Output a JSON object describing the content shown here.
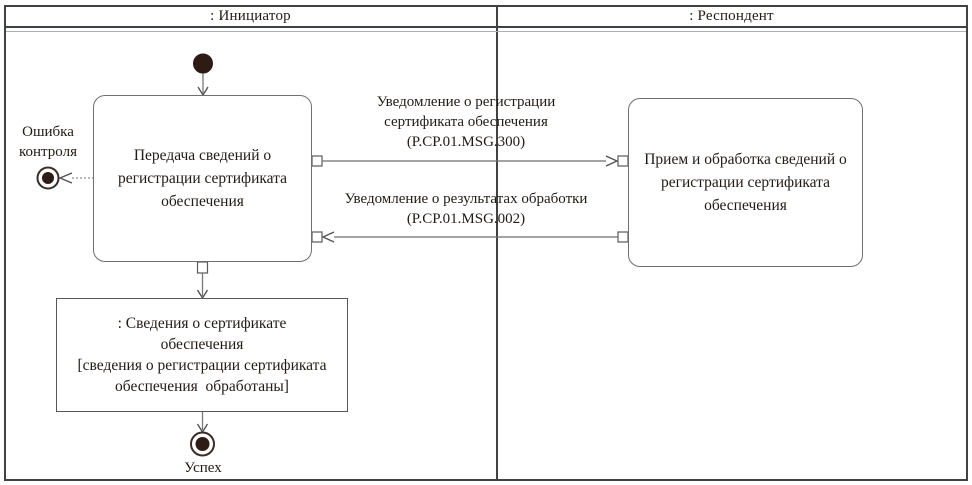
{
  "diagram_type": "uml-activity-swimlane",
  "lanes": [
    {
      "label": ": Инициатор"
    },
    {
      "label": ": Респондент"
    }
  ],
  "activities": {
    "initiator": {
      "lines": [
        "Передача сведений о",
        "регистрации сертификата",
        "обеспечения"
      ]
    },
    "respondent": {
      "lines": [
        "Прием и обработка сведений о",
        "регистрации сертификата",
        "обеспечения"
      ]
    }
  },
  "object_node": {
    "lines": [
      ": Сведения о сертификате",
      "обеспечения",
      "[сведения о регистрации сертификата",
      "обеспечения  обработаны]"
    ]
  },
  "messages": {
    "request": {
      "lines": [
        "Уведомление о регистрации",
        "сертификата обеспечения",
        "(P.CP.01.MSG.300)"
      ]
    },
    "response": {
      "lines": [
        "Уведомление о результатах обработки",
        "(P.CP.01.MSG.002)"
      ]
    }
  },
  "terminals": {
    "error_label_lines": [
      "Ошибка",
      "контроля"
    ],
    "success_label": "Успех"
  },
  "colors": {
    "frame_border": "#414141",
    "header_rule_light": "#a9b0ba",
    "activity_border": "#6f6f6f",
    "connector_gray": "#6e6e6e",
    "arrowhead": "#4f4f4f",
    "node_fill": "#2e1b16",
    "text": "#211b16",
    "background": "#ffffff"
  }
}
